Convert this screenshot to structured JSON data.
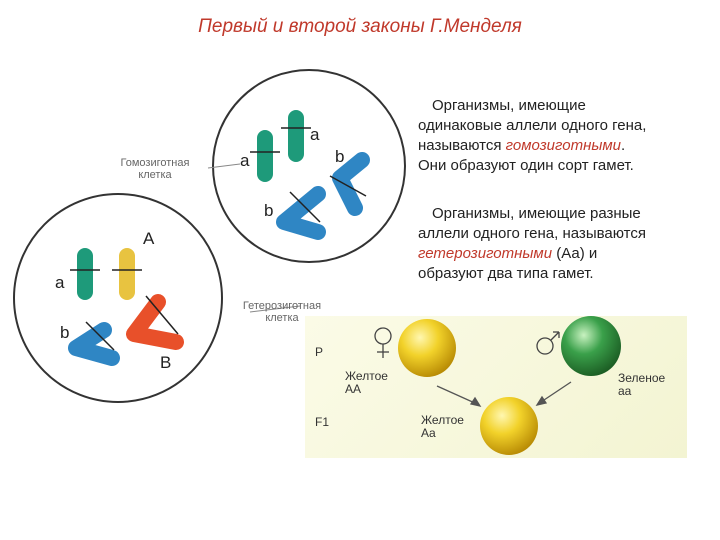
{
  "title": "Первый и второй законы Г.Менделя",
  "cells": {
    "homozygous_label": [
      "Гомозиготная",
      "клетка"
    ],
    "heterozygous_label": [
      "Гетерозиготная",
      "клетка"
    ]
  },
  "alleles": {
    "a": "a",
    "A": "A",
    "b": "b",
    "B": "B"
  },
  "paragraph1": {
    "line1": "Организмы, имеющие",
    "line2": "одинаковые аллели одного гена,",
    "line3_prefix": "называются ",
    "line3_highlight": "гомозиготными",
    "line3_suffix": ".",
    "line4": "Они образуют один сорт гамет."
  },
  "paragraph2": {
    "line1": "Организмы, имеющие разные",
    "line2": "аллели одного гена, называются",
    "line3_highlight": "гетерозиготными",
    "line3_suffix": " (Аа) и",
    "line4": "образуют два типа гамет."
  },
  "cross": {
    "p_label": "P",
    "f1_label": "F1",
    "parent1": {
      "name": "Желтое",
      "genotype": "AA"
    },
    "parent2": {
      "name": "Зеленое",
      "genotype": "aa"
    },
    "offspring": {
      "name": "Желтое",
      "genotype": "Aa"
    }
  },
  "colors": {
    "title": "#c0392b",
    "teal": "#1e9a7a",
    "yellow": "#e8c340",
    "blue": "#2f86c4",
    "orange": "#e8502a",
    "green": "#3aa04a"
  }
}
